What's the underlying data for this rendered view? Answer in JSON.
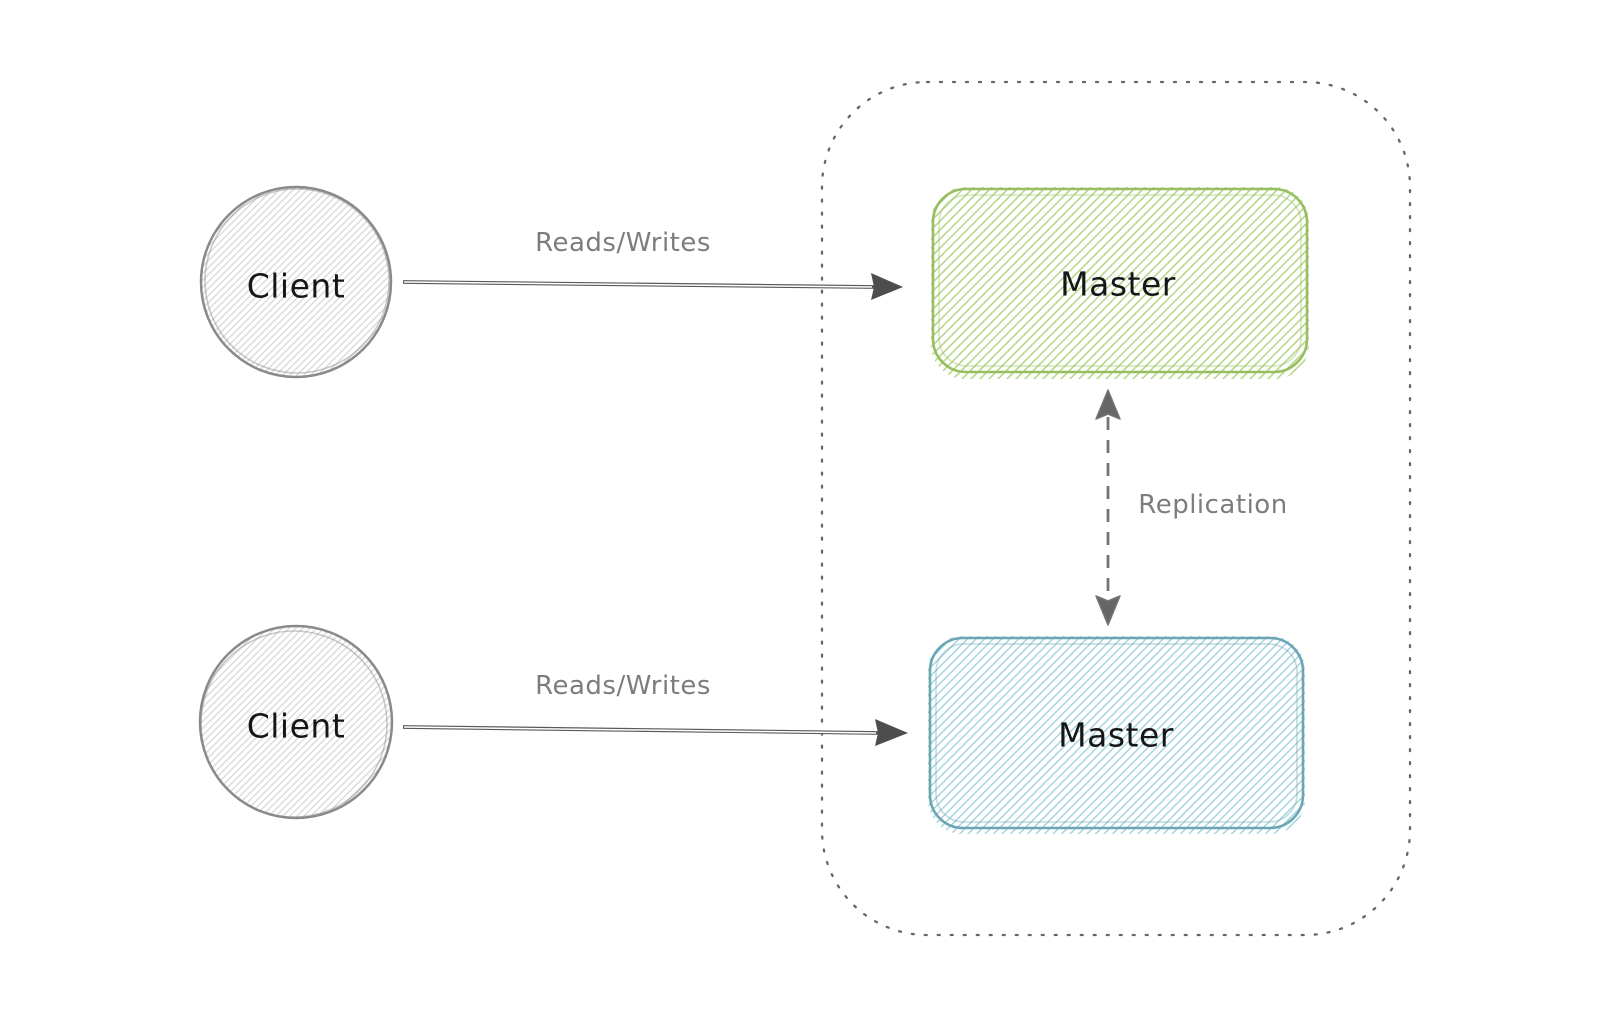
{
  "diagram": {
    "type": "architecture-diagram",
    "topic": "master-master replication",
    "nodes": {
      "client_top": {
        "label": "Client",
        "shape": "circle"
      },
      "client_bottom": {
        "label": "Client",
        "shape": "circle"
      },
      "master_top": {
        "label": "Master",
        "shape": "rounded-rect",
        "color_name": "green"
      },
      "master_bottom": {
        "label": "Master",
        "shape": "rounded-rect",
        "color_name": "blue"
      }
    },
    "edges": {
      "reads_writes_top": {
        "label": "Reads/Writes",
        "style": "solid-arrow",
        "from": "client_top",
        "to": "master_top"
      },
      "reads_writes_bottom": {
        "label": "Reads/Writes",
        "style": "solid-arrow",
        "from": "client_bottom",
        "to": "master_bottom"
      },
      "replication": {
        "label": "Replication",
        "style": "dashed-bidirectional-arrow",
        "from": "master_top",
        "to": "master_bottom"
      }
    },
    "colors": {
      "background": "#ffffff",
      "client_hatch": "#d7d7d7",
      "client_stroke": "#8a8a8a",
      "master_top_hatch": "#b7d88b",
      "master_top_stroke": "#97bf62",
      "master_bottom_hatch": "#a3d4df",
      "master_bottom_stroke": "#6ca6b5",
      "arrow_line": "#5a5a5a",
      "arrow_core": "#ffffff",
      "arrowhead_fill": "#4d4d4d",
      "replication_stroke": "#757575",
      "replication_head_fill": "#666666",
      "container_stroke": "#666666",
      "node_text": "#161616",
      "edge_text": "#7d7d7d"
    }
  }
}
